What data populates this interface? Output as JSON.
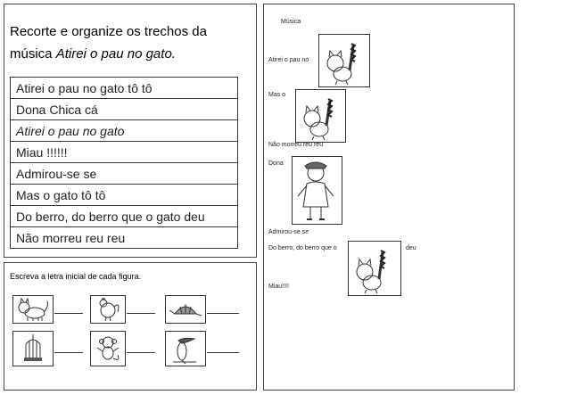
{
  "left_top": {
    "title_part1": "Recorte e organize os trechos da",
    "title_part2": "música ",
    "title_song": "Atirei o pau no gato.",
    "strips": [
      {
        "text": "Atirei o pau no gato tô tô",
        "italic": false
      },
      {
        "text": "Dona Chica cá",
        "italic": false
      },
      {
        "text": "Atirei o pau no gato",
        "italic": true
      },
      {
        "text": "Miau !!!!!!",
        "italic": false
      },
      {
        "text": "Admirou-se se",
        "italic": false
      },
      {
        "text": "Mas o gato tô tô",
        "italic": false
      },
      {
        "text": "Do berro, do berro que o gato deu",
        "italic": false
      },
      {
        "text": "Não morreu reu reu",
        "italic": false
      }
    ]
  },
  "left_bottom": {
    "instruction": "Escreva a letra inicial de cada figura.",
    "figures": [
      "cat-icon",
      "rooster-icon",
      "armadillo-icon",
      "birdcage-icon",
      "monkey-icon",
      "toucan-icon"
    ]
  },
  "right": {
    "heading": "Música",
    "line1": "Atirei o pau no",
    "line2": "Mas o",
    "line3": "Não morreu reu reu",
    "line4": "Dona",
    "line5": "Admirou-se se",
    "line6_before": "Do berro, do berro que o",
    "line6_after": "deu",
    "line7": "Miau!!!!"
  }
}
